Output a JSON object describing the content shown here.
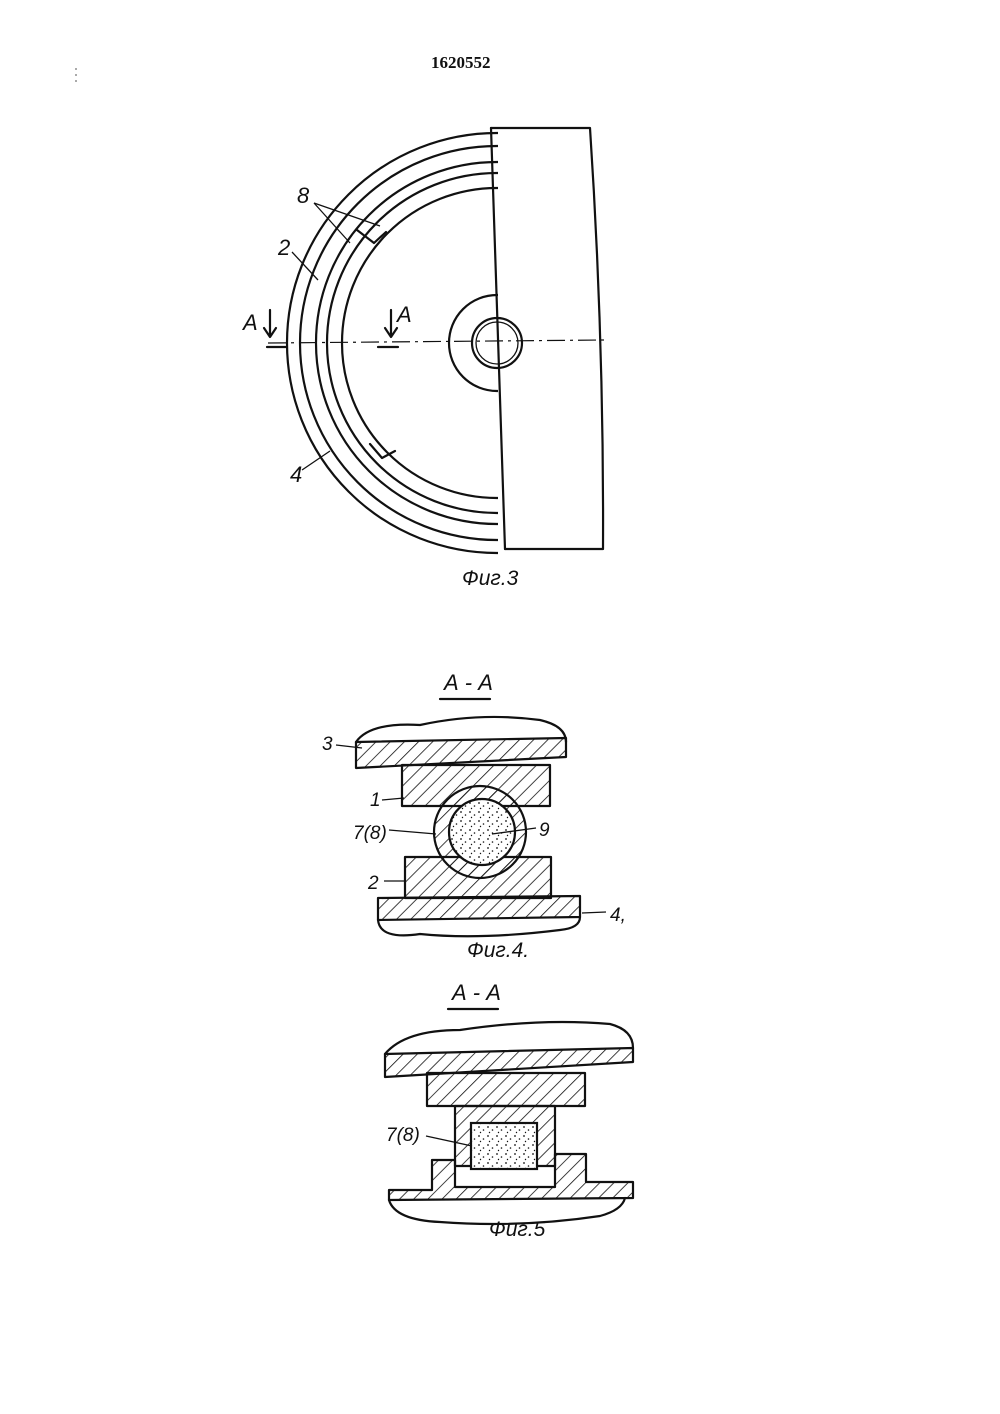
{
  "patent_number": "1620552",
  "fig3": {
    "caption": "Фиг.3",
    "labels": {
      "l8": "8",
      "l2": "2",
      "l4": "4",
      "section_left": "A",
      "section_right": "A"
    }
  },
  "fig4": {
    "section_title": "А - А",
    "caption": "Фиг.4.",
    "labels": {
      "l3": "3",
      "l1": "1",
      "l78": "7(8)",
      "l9": "9",
      "l2": "2",
      "l4": "4,"
    }
  },
  "fig5": {
    "section_title": "А - А",
    "caption": "Фиг.5",
    "labels": {
      "l78": "7(8)"
    }
  }
}
